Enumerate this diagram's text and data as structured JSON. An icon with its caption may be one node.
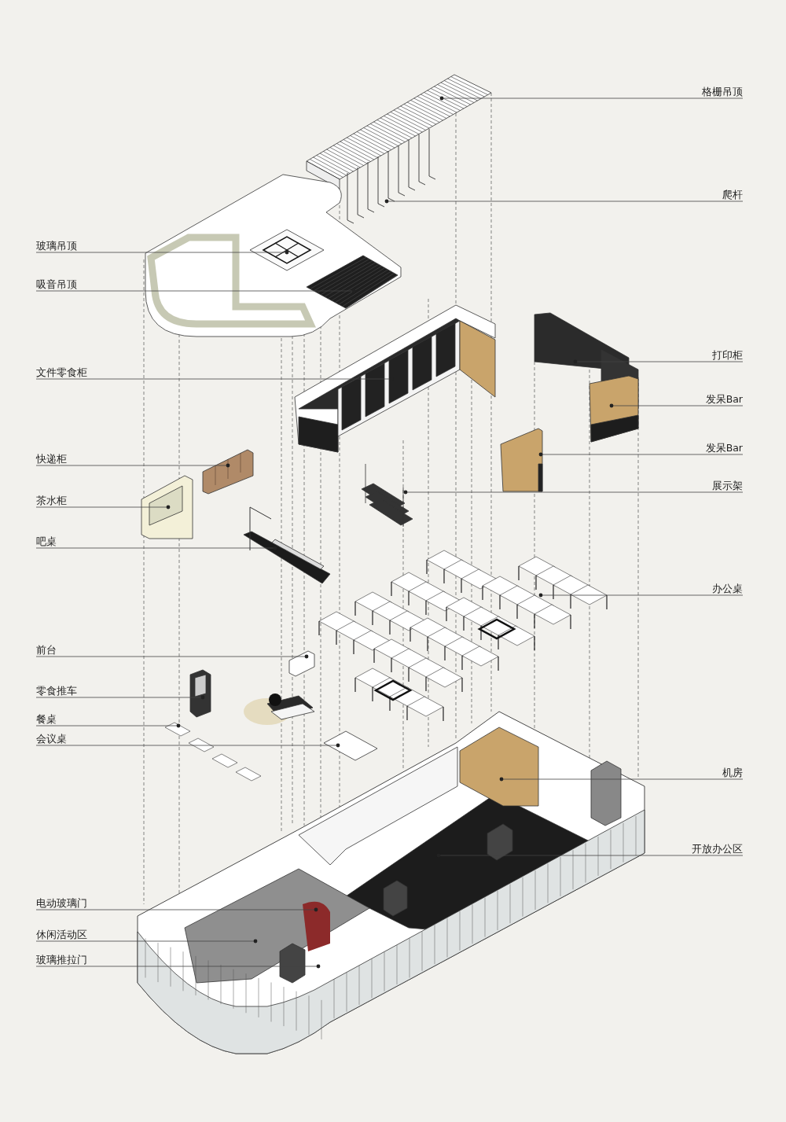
{
  "diagram": {
    "nodes": [
      {
        "text": [
          "格栅吊顶"
        ]
      },
      {
        "text": [
          "爬杆"
        ]
      },
      {
        "text": [
          "玻璃吊顶"
        ]
      },
      {
        "text": [
          "吸音吊顶"
        ]
      },
      {
        "text": [
          "打印柜"
        ]
      },
      {
        "text": [
          "文件零食柜"
        ]
      },
      {
        "text": [
          "发呆Bar"
        ]
      },
      {
        "text": [
          "发呆Bar"
        ]
      },
      {
        "text": [
          "快递柜"
        ]
      },
      {
        "text": [
          "展示架"
        ]
      },
      {
        "text": [
          "茶水柜"
        ]
      },
      {
        "text": [
          "吧桌"
        ]
      },
      {
        "text": [
          "办公桌"
        ]
      },
      {
        "text": [
          "前台"
        ]
      },
      {
        "text": [
          "零食推车"
        ]
      },
      {
        "text": [
          "餐桌"
        ]
      },
      {
        "text": [
          "会议桌"
        ]
      },
      {
        "text": [
          "机房"
        ]
      },
      {
        "text": [
          "开放办公区"
        ]
      },
      {
        "text": [
          "电动玻璃门"
        ]
      },
      {
        "text": [
          "休闲活动区"
        ]
      },
      {
        "text": [
          "玻璃推拉门"
        ]
      }
    ],
    "edges": [
      {
        "from": 0,
        "to": null,
        "arrow": "other"
      },
      {
        "from": 1,
        "to": null,
        "arrow": "other"
      },
      {
        "from": 2,
        "to": null,
        "arrow": "other"
      },
      {
        "from": 3,
        "to": null,
        "arrow": "other"
      },
      {
        "from": 4,
        "to": null,
        "arrow": "other"
      },
      {
        "from": 5,
        "to": null,
        "arrow": "other"
      },
      {
        "from": 6,
        "to": null,
        "arrow": "other"
      },
      {
        "from": 7,
        "to": null,
        "arrow": "other"
      },
      {
        "from": 8,
        "to": null,
        "arrow": "other"
      },
      {
        "from": 9,
        "to": null,
        "arrow": "other"
      },
      {
        "from": 10,
        "to": null,
        "arrow": "other"
      },
      {
        "from": 11,
        "to": null,
        "arrow": "other"
      },
      {
        "from": 12,
        "to": null,
        "arrow": "other"
      },
      {
        "from": 13,
        "to": null,
        "arrow": "other"
      },
      {
        "from": 14,
        "to": null,
        "arrow": "other"
      },
      {
        "from": 15,
        "to": null,
        "arrow": "other"
      },
      {
        "from": 16,
        "to": null,
        "arrow": "other"
      },
      {
        "from": 17,
        "to": null,
        "arrow": "other"
      },
      {
        "from": 18,
        "to": null,
        "arrow": "other"
      },
      {
        "from": 19,
        "to": null,
        "arrow": "other"
      },
      {
        "from": 20,
        "to": null,
        "arrow": "other"
      },
      {
        "from": 21,
        "to": null,
        "arrow": "other"
      }
    ]
  }
}
